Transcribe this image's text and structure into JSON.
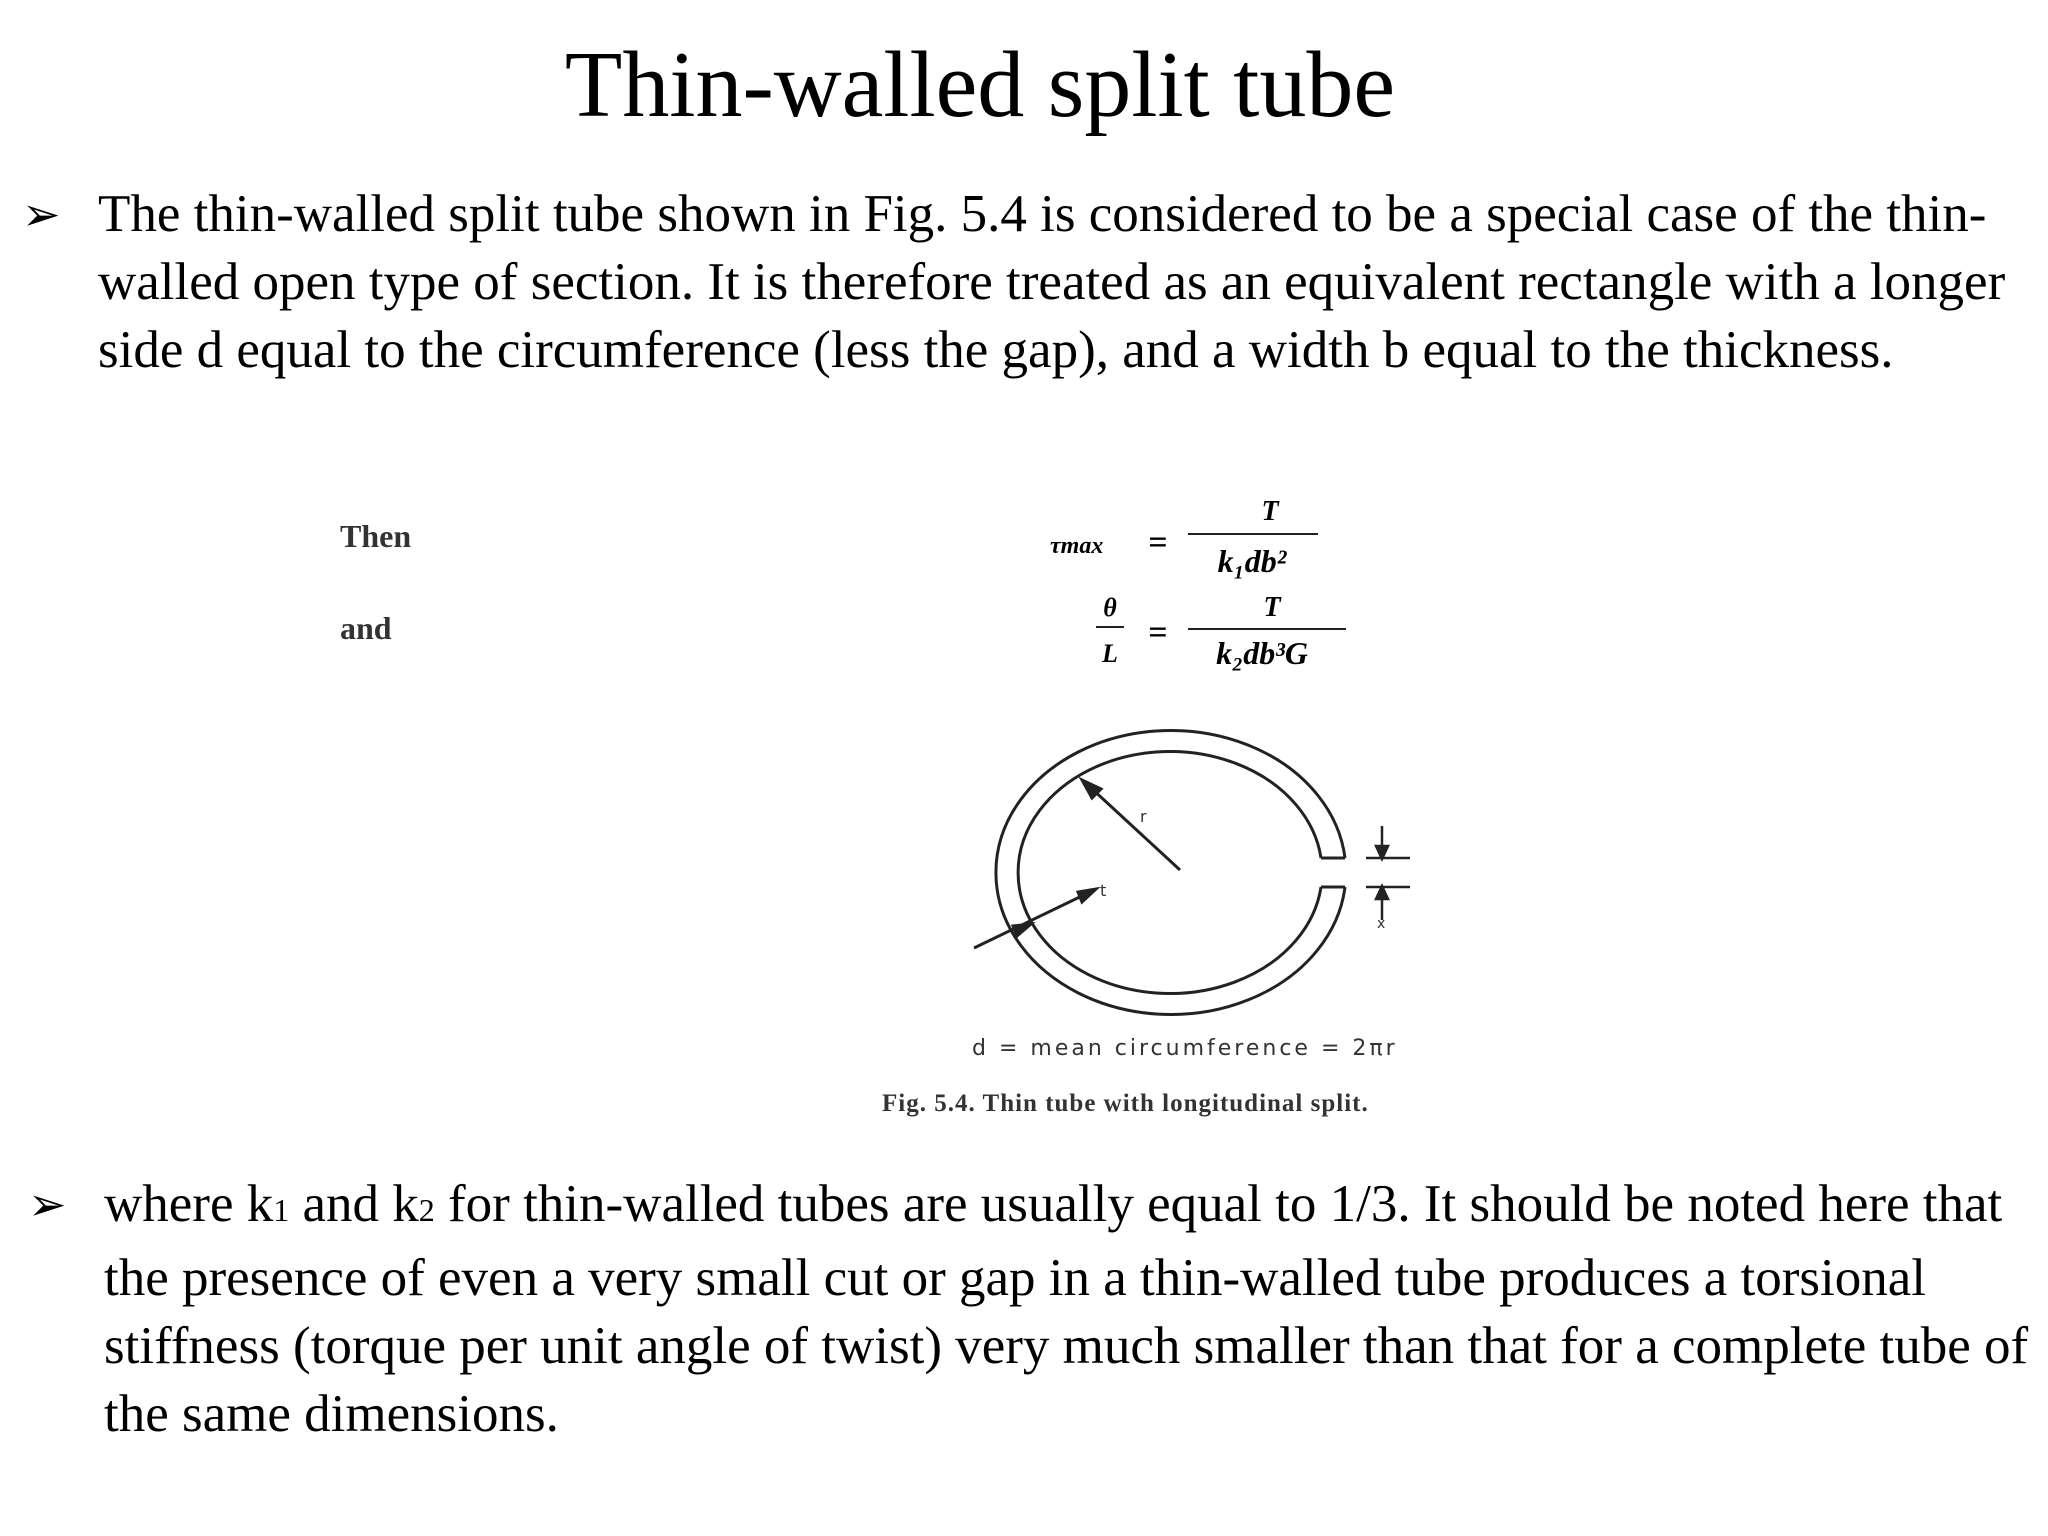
{
  "title": "Thin-walled split tube",
  "bullets": {
    "first": "The thin-walled split tube shown in Fig. 5.4 is considered to be a special case of the thin-walled open type of section. It is therefore treated as an equivalent rectangle with a longer side d equal to the circumference (less the gap), and a width b equal to the thickness.",
    "second_pre": "where k",
    "second_sub1": "1",
    "second_mid": " and k",
    "second_sub2": "2",
    "second_post": " for thin-walled tubes are usually equal to 1/3. It should be noted here that the presence of even a very small cut or gap in a thin-walled tube produces a torsional stiffness (torque per unit angle of twist) very much smaller than that for a complete tube of the same dimensions.",
    "arrow_symbol": "➢"
  },
  "equations": {
    "then_label": "Then",
    "and_label": "and",
    "eq1_lhs": "τmax",
    "eq1_num": "T",
    "eq1_den": "k₁db²",
    "eq2_lhs_num": "θ",
    "eq2_lhs_den": "L",
    "eq2_num": "T",
    "eq2_den": "k₂db³G",
    "equals": "="
  },
  "figure": {
    "label_r": "r",
    "label_t": "t",
    "label_x": "x",
    "legend": "d = mean circumference = 2πr",
    "caption": "Fig. 5.4. Thin tube with longitudinal split."
  }
}
